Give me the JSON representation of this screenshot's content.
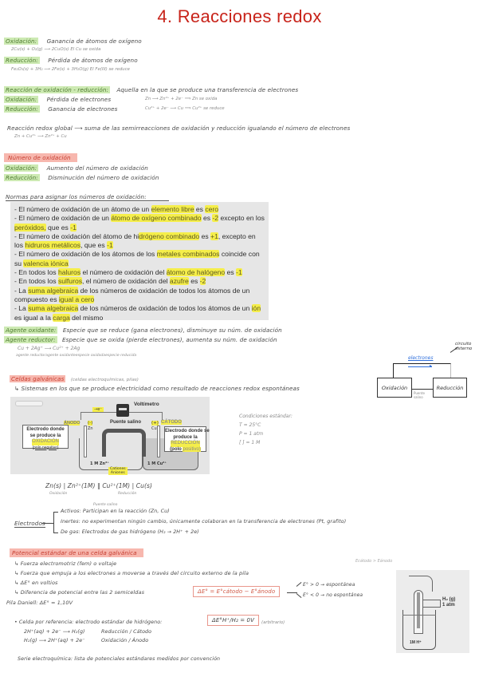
{
  "title": "4. Reacciones redox",
  "section1": {
    "oxidacion_label": "Oxidación:",
    "oxidacion_def": "Ganancia de átomos de oxígeno",
    "oxidacion_example": "2Cu(s) + O₂(g) ⟶ 2CuO(s)        El Cu se oxida",
    "reduccion_label": "Reducción:",
    "reduccion_def": "Pérdida de átomos de oxígeno",
    "reduccion_example": "Fe₂O₃(s) + 3H₂ ⟶ 2Fe(s) + 3H₂O(g)        El Fe(III) se reduce"
  },
  "section2": {
    "redox_label": "Reacción de oxidación - reducción:",
    "redox_def": "Aquella en la que se produce una transferencia de electrones",
    "ox_label": "Oxidación:",
    "ox_def": "Pérdida de electrones",
    "ox_example": "Zn ⟶ Zn²⁺ + 2e⁻   ⟹ Zn se oxida",
    "red_label": "Reducción:",
    "red_def": "Ganancia de electrones",
    "red_example": "Cu²⁺ + 2e⁻ ⟶ Cu   ⟹ Cu²⁺ se reduce",
    "global": "Reacción redox global ⟶ suma de las semirreacciones de oxidación y reducción igualando el número de electrones",
    "global_example": "Zn + Cu²⁺ ⟶ Zn²⁺ + Cu"
  },
  "section3": {
    "heading": "Número de oxidación",
    "ox_label": "Oxidación:",
    "ox_def": "Aumento del número de oxidación",
    "red_label": "Reducción:",
    "red_def": "Disminución del número de oxidación",
    "rules_heading": "Normas para asignar los números de oxidación:"
  },
  "rules": [
    {
      "parts": [
        [
          "- El número de oxidación de un átomo de un ",
          false
        ],
        [
          "elemento libre",
          true
        ],
        [
          " es ",
          false
        ],
        [
          "cero",
          true
        ]
      ]
    },
    {
      "parts": [
        [
          "- El número de oxidación de un ",
          false
        ],
        [
          "átomo de oxígeno combinado",
          true
        ],
        [
          " es ",
          false
        ],
        [
          "-2",
          true
        ],
        [
          " excepto en los ",
          false
        ],
        [
          "peróxidos,",
          true
        ],
        [
          " que es ",
          false
        ],
        [
          "-1",
          true
        ]
      ]
    },
    {
      "parts": [
        [
          "- El número de oxidación del átomo de hi",
          false
        ],
        [
          "drógeno combinado",
          true
        ],
        [
          " es ",
          false
        ],
        [
          "+1",
          true
        ],
        [
          ", excepto en los ",
          false
        ],
        [
          "hidruros metálicos",
          true
        ],
        [
          ", que es ",
          false
        ],
        [
          "-1",
          true
        ]
      ]
    },
    {
      "parts": [
        [
          "- El número de oxidación de los átomos de los ",
          false
        ],
        [
          "metales combinados",
          true
        ],
        [
          " coincide con su ",
          false
        ],
        [
          "valencia iónica",
          true
        ]
      ]
    },
    {
      "parts": [
        [
          "- En todos los ",
          false
        ],
        [
          "haluros",
          true
        ],
        [
          " el número de oxidación del ",
          false
        ],
        [
          "átomo de halógeno",
          true
        ],
        [
          " es ",
          false
        ],
        [
          "-1",
          true
        ]
      ]
    },
    {
      "parts": [
        [
          "- En todos los ",
          false
        ],
        [
          "sulfuros",
          true
        ],
        [
          ", el número de oxidación del ",
          false
        ],
        [
          "azufre",
          true
        ],
        [
          " es ",
          false
        ],
        [
          "-2",
          true
        ]
      ]
    },
    {
      "parts": [
        [
          "- La ",
          false
        ],
        [
          "suma algebraica",
          true
        ],
        [
          " de los números de oxidación de todos los átomos de un compuesto es ",
          false
        ],
        [
          "igual a cero",
          true
        ]
      ]
    },
    {
      "parts": [
        [
          "- La ",
          false
        ],
        [
          "suma algebraica",
          true
        ],
        [
          " de los números de oxidación de todos los átomos de un ",
          false
        ],
        [
          "ión",
          true
        ],
        [
          " es igual a la ",
          false
        ],
        [
          "carga",
          true
        ],
        [
          " del mismo",
          false
        ]
      ]
    }
  ],
  "section4": {
    "oxidante_label": "Agente oxidante:",
    "oxidante_def": "Especie que se reduce (gana electrones), disminuye su núm. de oxidación",
    "reductor_label": "Agente reductor:",
    "reductor_def": "Especie que se oxida (pierde electrones), aumenta su núm. de oxidación",
    "equation": "Cu + 2Ag⁺ ⟶ Cu²⁺ + 2Ag",
    "eq_labels": [
      "agente reductor",
      "agente oxidante",
      "especie oxidada",
      "especie reducida"
    ]
  },
  "diagram": {
    "electrones": "electrones",
    "circuito": "circuito externo",
    "oxidacion": "Oxidación",
    "reduccion": "Reducción",
    "puente": "Puente salino",
    "electron_color": "#2f6fdc"
  },
  "section5": {
    "heading": "Celdas galvánicas",
    "heading_note": "(celdas electroquímicas, pilas)",
    "def": "↳ Sistemas en los que se produce electricidad como resultado de reacciones redox espontáneas"
  },
  "cell": {
    "voltimetro": "Voltímetro",
    "electron_flow": "→e⁻",
    "anodo": "ÁNODO",
    "anodo_sign": "(-)",
    "anodo_metal": "Zn",
    "puente": "Puente salino",
    "catodo": "CÁTODO",
    "catodo_sign": "(+)",
    "catodo_metal": "Cu",
    "left_box_1": "Electrodo donde",
    "left_box_2": "se produce la",
    "left_box_hl": "OXIDACIÓN",
    "left_box_3": "(polo negativo)",
    "right_box_1": "Electrodo donde se",
    "right_box_2": "produce la",
    "right_box_hl": "REDUCCIÓN",
    "right_box_3a": "(polo ",
    "right_box_3b": "positivo)",
    "left_sol": "1 M Zn²⁺",
    "right_sol": "1 M Cu²⁺",
    "bottom_label_1": "Cationes",
    "bottom_label_2": "Aniones"
  },
  "conditions": {
    "heading": "Condiciones estándar:",
    "t": "T = 25°C",
    "p": "P = 1 atm",
    "c": "[ ] = 1 M"
  },
  "notation": {
    "line": "Zn(s) | Zn²⁺(1M)  ‖  Cu²⁺(1M) | Cu(s)",
    "left": "Oxidación",
    "middle": "Puente salino",
    "right": "Reducción"
  },
  "electrodes": {
    "label": "Electrodos",
    "activos": "Activos: Participan en la reacción  (Zn, Cu)",
    "inertes": "Inertes: no experimentan ningún cambio, únicamente colaboran en la transferencia de electrones  (Pt, grafito)",
    "gas": "De gas: Electrodos de gas hidrógeno  (H₂ → 2H⁺ + 2e)"
  },
  "section6": {
    "heading": "Potencial estándar de una celda galvánica",
    "items": [
      "↳ Fuerza electromotriz (fem) o voltaje",
      "↳ Fuerza que empuja a los electrones a moverse a través del circuito externo de la pila",
      "↳ ΔE° en voltios",
      "↳ Diferencia de potencial entre las 2 semiceldas"
    ],
    "pila": "Pila Daniell:  ΔE° = 1,10V",
    "formula": "ΔE° = E°cátodo − E°ánodo",
    "pos": "E° > 0  →  espontánea",
    "neg": "E° < 0  →  no espontánea",
    "note": "Ecátodo > Eánodo"
  },
  "hydrogen": {
    "intro": "• Celda por referencia: electrodo estándar de hidrógeno:",
    "formula": "ΔE°H⁺/H₂ = 0V",
    "note": "(arbitrario)",
    "r1": "2H⁺(aq) + 2e⁻ ⟶ H₂(g)",
    "r1_label": "Reducción / Cátodo",
    "r2": "H₂(g) ⟶ 2H⁺(aq) + 2e⁻",
    "r2_label": "Oxidación / Ánodo",
    "gas_label": "H₂ (g)",
    "gas_pressure": "1 atm",
    "solution": "1M H⁺"
  },
  "serie": "Serie electroquímica: lista de potenciales estándares medidos por convención"
}
